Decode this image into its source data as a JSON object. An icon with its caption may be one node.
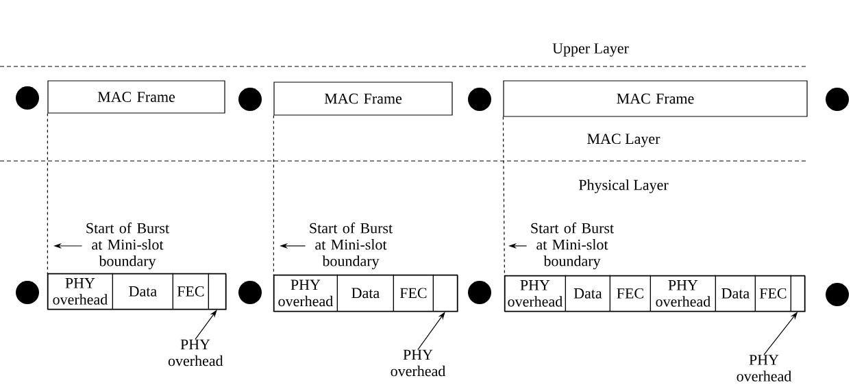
{
  "diagram": {
    "nodes": [
      {
        "text": [],
        "shape": "circle"
      },
      {
        "text": [
          "MAC Frame"
        ]
      },
      {
        "text": [],
        "shape": "circle"
      },
      {
        "text": [
          "MAC Frame"
        ]
      },
      {
        "text": [],
        "shape": "circle"
      },
      {
        "text": [
          "MAC Frame"
        ]
      },
      {
        "text": [],
        "shape": "circle"
      },
      {
        "text": [
          "Start of Burst at Mini-slot boundary"
        ]
      },
      {
        "text": [
          "Start of Burst at Mini-slot boundary"
        ]
      },
      {
        "text": [
          "Start of Burst at Mini-slot boundary"
        ]
      },
      {
        "text": [],
        "shape": "circle"
      },
      {
        "text": [],
        "shape": "box"
      },
      {
        "text": [
          "PHY overhead"
        ],
        "in": 11
      },
      {
        "text": [
          "Data"
        ],
        "in": 11
      },
      {
        "text": [
          "FEC"
        ],
        "in": 11
      },
      {
        "text": [],
        "shape": "box",
        "in": 11
      },
      {
        "text": [],
        "shape": "circle"
      },
      {
        "text": [],
        "shape": "box"
      },
      {
        "text": [
          "PHY overhead"
        ],
        "in": 17
      },
      {
        "text": [
          "Data"
        ],
        "in": 17
      },
      {
        "text": [
          "FEC"
        ],
        "in": 17
      },
      {
        "text": [],
        "shape": "box",
        "in": 17
      },
      {
        "text": [],
        "shape": "circle"
      },
      {
        "text": [],
        "shape": "box"
      },
      {
        "text": [
          "PHY overhead"
        ],
        "in": 23
      },
      {
        "text": [
          "Data"
        ],
        "in": 23
      },
      {
        "text": [
          "FEC"
        ],
        "in": 23
      },
      {
        "text": [
          "PHY overhead"
        ],
        "in": 23
      },
      {
        "text": [
          "Data"
        ],
        "in": 23
      },
      {
        "text": [
          "FEC"
        ],
        "in": 23
      },
      {
        "text": [],
        "shape": "box",
        "in": 23
      },
      {
        "text": [],
        "shape": "circle"
      },
      {
        "text": [
          "PHY overhead"
        ]
      },
      {
        "text": [
          "PHY overhead"
        ]
      },
      {
        "text": [
          "PHY overhead"
        ]
      }
    ],
    "edges": [
      {
        "from": 1,
        "to": 11,
        "arrow": "none",
        "style": "dashed"
      },
      {
        "from": 3,
        "to": 17,
        "arrow": "none",
        "style": "dashed"
      },
      {
        "from": 5,
        "to": 23,
        "arrow": "none",
        "style": "dashed"
      },
      {
        "from": 7,
        "to": null,
        "arrow": "to"
      },
      {
        "from": 8,
        "to": null,
        "arrow": "to"
      },
      {
        "from": 9,
        "to": null,
        "arrow": "to"
      },
      {
        "from": 32,
        "to": 15,
        "arrow": "to"
      },
      {
        "from": 33,
        "to": 21,
        "arrow": "to"
      },
      {
        "from": 34,
        "to": 30,
        "arrow": "to"
      }
    ],
    "labels": [
      "Upper Layer",
      "MAC Layer",
      "Physical Layer"
    ]
  }
}
